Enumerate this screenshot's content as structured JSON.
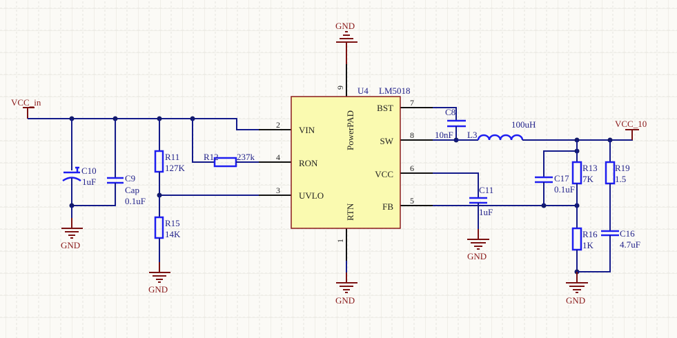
{
  "ic": {
    "designator": "U4",
    "part": "LM5018",
    "pins_left": [
      {
        "num": "2",
        "name": "VIN"
      },
      {
        "num": "4",
        "name": "RON"
      },
      {
        "num": "3",
        "name": "UVLO"
      }
    ],
    "pins_right": [
      {
        "num": "7",
        "name": "BST"
      },
      {
        "num": "8",
        "name": "SW"
      },
      {
        "num": "6",
        "name": "VCC"
      },
      {
        "num": "5",
        "name": "FB"
      }
    ],
    "pin_top": {
      "num": "9",
      "name": "PowerPAD"
    },
    "pin_bottom": {
      "num": "1",
      "name": "RTN"
    },
    "body_color": "#fafab0",
    "border_color": "#8a1a1a"
  },
  "power_ports": {
    "vcc_in": "VCC_in",
    "vcc_10": "VCC_10",
    "gnd": "GND"
  },
  "components": {
    "C10": {
      "designator": "C10",
      "value": "1uF"
    },
    "C9": {
      "designator": "C9",
      "comment": "Cap",
      "value": "0.1uF"
    },
    "R11": {
      "designator": "R11",
      "value": "127K"
    },
    "R12": {
      "designator": "R12",
      "value": "237k"
    },
    "R15": {
      "designator": "R15",
      "value": "14K"
    },
    "C8": {
      "designator": "C8",
      "value": "10nF"
    },
    "L3": {
      "designator": "L3",
      "value": "100uH"
    },
    "C11": {
      "designator": "C11",
      "value": "1uF"
    },
    "C17": {
      "designator": "C17",
      "value": "0.1uF"
    },
    "R13": {
      "designator": "R13",
      "value": "7K"
    },
    "R19": {
      "designator": "R19",
      "value": "1.5"
    },
    "R16": {
      "designator": "R16",
      "value": "1K"
    },
    "C16": {
      "designator": "C16",
      "value": "4.7uF"
    }
  },
  "colors": {
    "wire": "#131a8a",
    "component": "#1e1ef0",
    "power": "#8a1a1a",
    "background": "#fbfaf6"
  }
}
